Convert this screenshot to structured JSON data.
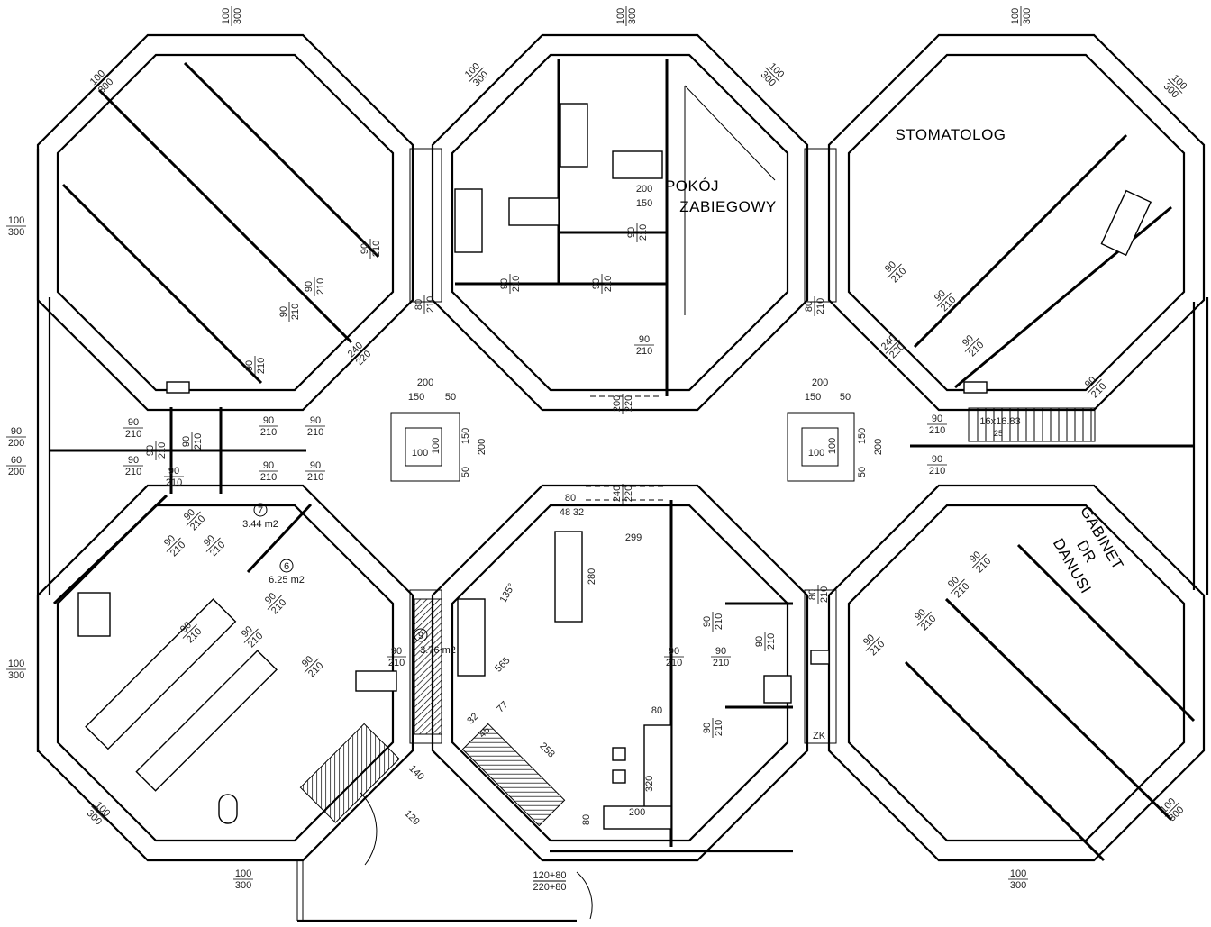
{
  "title": "Floor plan - medical clinic",
  "rooms": {
    "stomatolog": "STOMATOLOG",
    "pokoj_line1": "POKÓJ",
    "pokoj_line2": "ZABIEGOWY",
    "gabinet_line1": "GABINET",
    "gabinet_line2": "DR",
    "gabinet_line3": "DANUSI",
    "zk": "ZK"
  },
  "areas": [
    {
      "number": "7",
      "area": "3.44 m2"
    },
    {
      "number": "6",
      "area": "6.25 m2"
    },
    {
      "number": "9",
      "area": "3.76 m2"
    }
  ],
  "windows": [
    {
      "w": "100",
      "h": "300"
    },
    {
      "w": "100",
      "h": "300"
    },
    {
      "w": "100",
      "h": "300"
    },
    {
      "w": "100",
      "h": "300"
    },
    {
      "w": "100",
      "h": "300"
    },
    {
      "w": "100",
      "h": "300"
    },
    {
      "w": "100",
      "h": "300"
    },
    {
      "w": "100",
      "h": "300"
    },
    {
      "w": "100",
      "h": "300"
    },
    {
      "w": "90",
      "h": "200"
    },
    {
      "w": "60",
      "h": "200"
    },
    {
      "w": "100",
      "h": "300"
    },
    {
      "w": "100",
      "h": "300"
    },
    {
      "w": "100",
      "h": "300"
    },
    {
      "w": "100",
      "h": "300"
    }
  ],
  "doors": [
    {
      "w": "90",
      "h": "210"
    },
    {
      "w": "90",
      "h": "210"
    },
    {
      "w": "90",
      "h": "210"
    },
    {
      "w": "90",
      "h": "210"
    },
    {
      "w": "90",
      "h": "210"
    },
    {
      "w": "90",
      "h": "210"
    },
    {
      "w": "90",
      "h": "210"
    },
    {
      "w": "90",
      "h": "210"
    },
    {
      "w": "90",
      "h": "210"
    },
    {
      "w": "90",
      "h": "210"
    },
    {
      "w": "90",
      "h": "210"
    },
    {
      "w": "90",
      "h": "210"
    },
    {
      "w": "90",
      "h": "210"
    },
    {
      "w": "90",
      "h": "210"
    },
    {
      "w": "90",
      "h": "210"
    },
    {
      "w": "90",
      "h": "210"
    },
    {
      "w": "80",
      "h": "210"
    },
    {
      "w": "90",
      "h": "210"
    },
    {
      "w": "80",
      "h": "210"
    },
    {
      "w": "90",
      "h": "210"
    },
    {
      "w": "90",
      "h": "210"
    },
    {
      "w": "90",
      "h": "210"
    },
    {
      "w": "90",
      "h": "210"
    },
    {
      "w": "90",
      "h": "210"
    },
    {
      "w": "90",
      "h": "210"
    },
    {
      "w": "80",
      "h": "210"
    },
    {
      "w": "90",
      "h": "210"
    },
    {
      "w": "90",
      "h": "210"
    },
    {
      "w": "90",
      "h": "210"
    },
    {
      "w": "90",
      "h": "210"
    },
    {
      "w": "90",
      "h": "210"
    },
    {
      "w": "90",
      "h": "210"
    },
    {
      "w": "90",
      "h": "210"
    },
    {
      "w": "90",
      "h": "210"
    },
    {
      "w": "90",
      "h": "210"
    },
    {
      "w": "90",
      "h": "210"
    },
    {
      "w": "90",
      "h": "210"
    },
    {
      "w": "90",
      "h": "210"
    },
    {
      "w": "90",
      "h": "210"
    },
    {
      "w": "90",
      "h": "210"
    },
    {
      "w": "90",
      "h": "210"
    },
    {
      "w": "90",
      "h": "210"
    },
    {
      "w": "90",
      "h": "210"
    },
    {
      "w": "240",
      "h": "220"
    },
    {
      "w": "240",
      "h": "220"
    },
    {
      "w": "200",
      "h": "220"
    },
    {
      "w": "240",
      "h": "220"
    }
  ],
  "dims": [
    "200",
    "150",
    "50",
    "100",
    "100",
    "150",
    "200",
    "50",
    "200",
    "150",
    "50",
    "100",
    "100",
    "150",
    "200",
    "50",
    "80",
    "48",
    "32",
    "299",
    "280",
    "135°",
    "565",
    "77",
    "32",
    "45",
    "258",
    "140",
    "129",
    "320",
    "200",
    "80",
    "80",
    "200",
    "150"
  ],
  "stairs": {
    "size": "16x16.83",
    "count": "25"
  },
  "entrance": {
    "line1": "120+80",
    "line2": "220+80"
  }
}
